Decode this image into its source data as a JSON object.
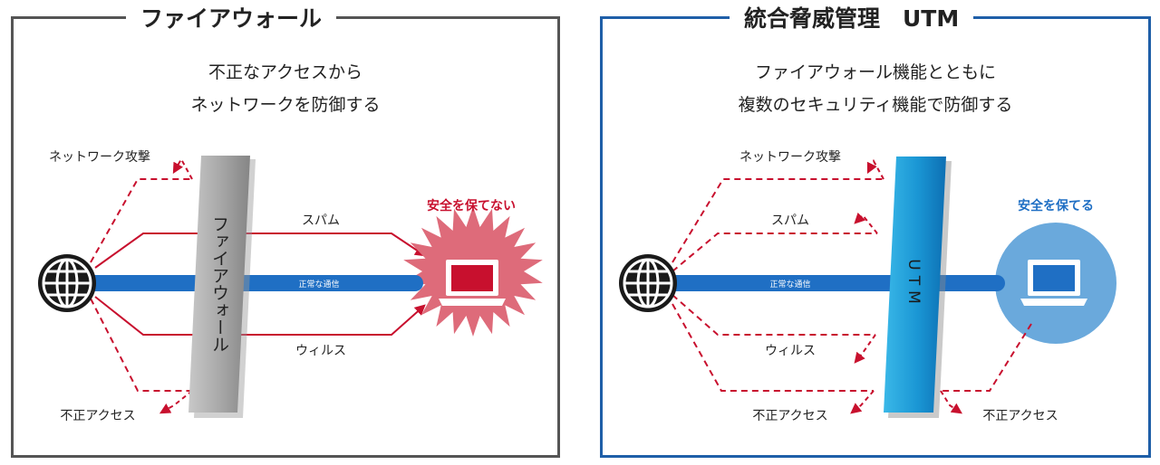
{
  "left": {
    "title": "ファイアウォール",
    "subtitle_lines": [
      "不正なアクセスから",
      "ネットワークを防御する"
    ],
    "wall_label": "ファイアウォール",
    "labels": {
      "network_attack": "ネットワーク攻撃",
      "spam": "スパム",
      "normal": "正常な通信",
      "virus": "ウィルス",
      "unauthorized": "不正アクセス"
    },
    "status": "安全を保てない"
  },
  "right": {
    "title": "統合脅威管理　UTM",
    "subtitle_lines": [
      "ファイアウォール機能とともに",
      "複数のセキュリティ機能で防御する"
    ],
    "wall_label": "UTM",
    "labels": {
      "network_attack": "ネットワーク攻撃",
      "spam": "スパム",
      "normal": "正常な通信",
      "virus": "ウィルス",
      "unauthorized_1": "不正アクセス",
      "unauthorized_2": "不正アクセス"
    },
    "status": "安全を保てる"
  },
  "colors": {
    "left_border": "#555555",
    "right_border": "#1f5fa8",
    "threat_red": "#c8102e",
    "normal_blue": "#1f6fc4",
    "wall_gray": "#a8a8a8",
    "wall_blue": "#1a96d4",
    "danger_burst": "#de6b7a",
    "safe_circle": "#6aa9dc"
  },
  "icons": [
    "globe-icon",
    "laptop-icon"
  ]
}
